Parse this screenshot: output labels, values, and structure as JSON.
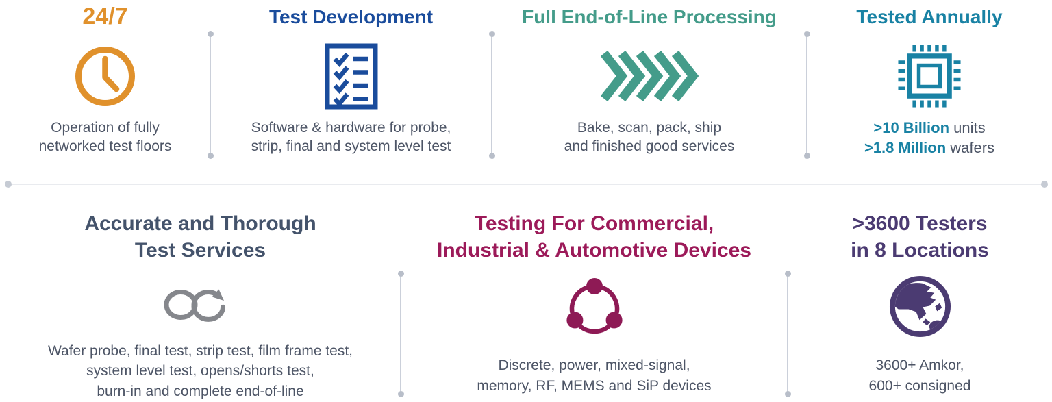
{
  "colors": {
    "orange": "#E0912C",
    "blue": "#1A4C9C",
    "teal": "#449C8A",
    "cyan": "#1982A4",
    "slate": "#44536B",
    "burgundy": "#9C1A59",
    "purple": "#4B3B72",
    "body_text": "#4D5566",
    "divider": "#CBD0DA"
  },
  "row1": [
    {
      "title": "24/7",
      "icon": "clock-icon",
      "desc": [
        "Operation of fully",
        "networked test floors"
      ]
    },
    {
      "title": "Test Development",
      "icon": "checklist-icon",
      "desc": [
        "Software & hardware for probe,",
        "strip, final and system level test"
      ]
    },
    {
      "title": "Full End-of-Line Processing",
      "icon": "chevrons-icon",
      "desc": [
        "Bake, scan, pack, ship",
        "and finished good services"
      ]
    },
    {
      "title": "Tested Annually",
      "icon": "chip-icon",
      "stats": [
        {
          "value": ">10 Billion",
          "unit": " units"
        },
        {
          "value": ">1.8 Million",
          "unit": " wafers"
        }
      ]
    }
  ],
  "row2": [
    {
      "title": [
        "Accurate and Thorough",
        "Test Services"
      ],
      "icon": "infinity-arrow-icon",
      "desc": [
        "Wafer probe, final test, strip test, film frame test,",
        "system level test, opens/shorts test,",
        "burn-in and complete end-of-line"
      ]
    },
    {
      "title": [
        "Testing For Commercial,",
        "Industrial & Automotive Devices"
      ],
      "icon": "share-nodes-icon",
      "desc": [
        "Discrete, power, mixed-signal,",
        "memory, RF, MEMS and SiP devices"
      ]
    },
    {
      "title": [
        ">3600 Testers",
        "in 8 Locations"
      ],
      "icon": "globe-asia-icon",
      "desc": [
        "3600+ Amkor,",
        "600+ consigned"
      ]
    }
  ]
}
